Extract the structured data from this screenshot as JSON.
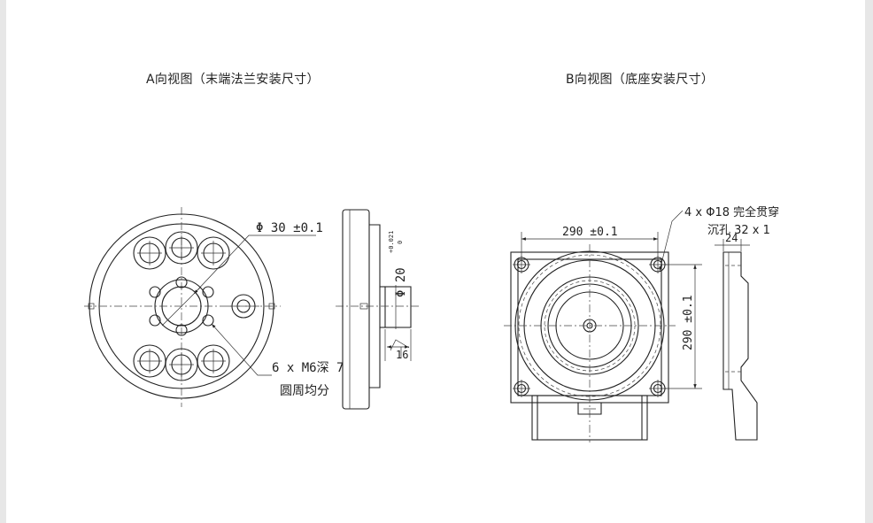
{
  "views": {
    "a": {
      "title": "A向视图（末端法兰安装尺寸）",
      "dim_bore": "Φ 30 ±0.1",
      "dim_shaft": "Φ 20",
      "dim_shaft_tol_upper": "+0.021",
      "dim_shaft_tol_lower": "0",
      "dim_depth": "16",
      "hole_note_line1": "6 x  M6深 7",
      "hole_note_line2": "圆周均分"
    },
    "b": {
      "title": "B向视图（底座安装尺寸）",
      "dim_width": "290 ±0.1",
      "dim_height": "290 ±0.1",
      "hole_note_line1": "4 x Φ18 完全贯穿",
      "hole_note_line2": "沉孔 32 x 1",
      "dim_thickness": "24"
    }
  }
}
